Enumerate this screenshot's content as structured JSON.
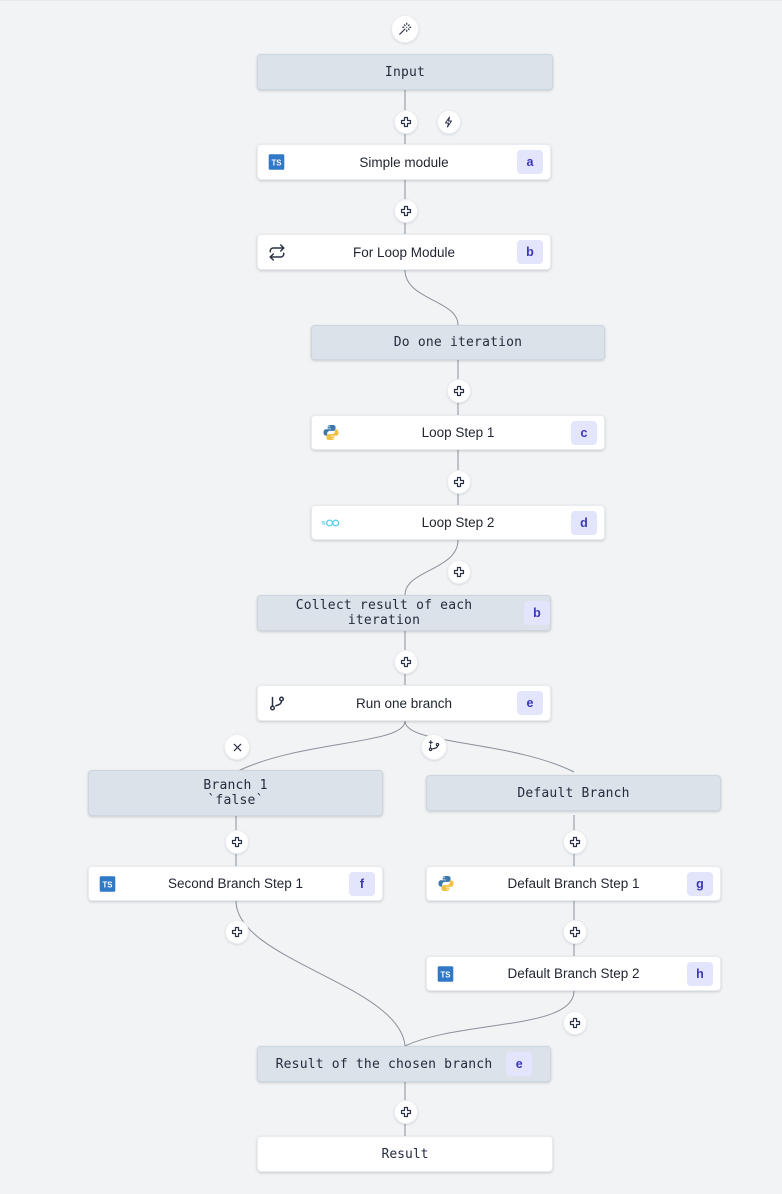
{
  "graph": {
    "title": "workflow-flow-graph",
    "colors": {
      "canvas_bg": "#f1f3f5",
      "virtual_node_bg": "#dbe2e9",
      "step_node_bg": "#ffffff",
      "badge_bg": "#e2e5fb",
      "badge_text": "#3b37b8",
      "edge": "#8b909a",
      "typescript": "#3178c6",
      "python_blue": "#3c78a9",
      "python_yellow": "#f0c143",
      "go": "#5fd2ea"
    },
    "nodes": [
      {
        "id": "trigger",
        "kind": "icon-button",
        "icon": "magic-wand-icon",
        "label": ""
      },
      {
        "id": "input",
        "kind": "virtual",
        "label": "Input"
      },
      {
        "id": "simple-module",
        "kind": "step",
        "label": "Simple module",
        "lang": "typescript",
        "badge": "a"
      },
      {
        "id": "for-loop",
        "kind": "step",
        "label": "For Loop Module",
        "lang": "loop",
        "badge": "b"
      },
      {
        "id": "do-one-iteration",
        "kind": "virtual",
        "label": "Do one iteration"
      },
      {
        "id": "loop-step-1",
        "kind": "step",
        "label": "Loop Step 1",
        "lang": "python",
        "badge": "c"
      },
      {
        "id": "loop-step-2",
        "kind": "step",
        "label": "Loop Step 2",
        "lang": "go",
        "badge": "d"
      },
      {
        "id": "collect-result",
        "kind": "virtual",
        "label": "Collect result of each iteration",
        "badge": "b"
      },
      {
        "id": "run-one-branch",
        "kind": "step",
        "label": "Run one branch",
        "lang": "branch",
        "badge": "e"
      },
      {
        "id": "branch-1",
        "kind": "virtual",
        "label": "Branch 1\n`false`"
      },
      {
        "id": "default-branch",
        "kind": "virtual",
        "label": "Default Branch"
      },
      {
        "id": "second-branch-step-1",
        "kind": "step",
        "label": "Second Branch Step 1",
        "lang": "typescript",
        "badge": "f"
      },
      {
        "id": "default-branch-step-1",
        "kind": "step",
        "label": "Default Branch Step 1",
        "lang": "python",
        "badge": "g"
      },
      {
        "id": "default-branch-step-2",
        "kind": "step",
        "label": "Default Branch Step 2",
        "lang": "typescript",
        "badge": "h"
      },
      {
        "id": "chosen-branch-result",
        "kind": "virtual",
        "label": "Result of the chosen branch",
        "badge": "e"
      },
      {
        "id": "result",
        "kind": "plain",
        "label": "Result"
      }
    ],
    "buttons": [
      {
        "id": "add-after-input",
        "icon": "plus-icon"
      },
      {
        "id": "trigger-after-input",
        "icon": "lightning-icon"
      },
      {
        "id": "add-after-simple-module",
        "icon": "plus-icon"
      },
      {
        "id": "add-after-do-one-iteration",
        "icon": "plus-icon"
      },
      {
        "id": "add-after-loop-step-1",
        "icon": "plus-icon"
      },
      {
        "id": "add-after-loop-step-2",
        "icon": "plus-icon"
      },
      {
        "id": "add-after-collect-result",
        "icon": "plus-icon"
      },
      {
        "id": "remove-branch-1",
        "icon": "close-icon"
      },
      {
        "id": "add-branch",
        "icon": "branch-plus-icon"
      },
      {
        "id": "add-after-branch-1",
        "icon": "plus-icon"
      },
      {
        "id": "add-after-default-branch",
        "icon": "plus-icon"
      },
      {
        "id": "add-after-second-branch-step-1",
        "icon": "plus-icon"
      },
      {
        "id": "add-after-default-branch-step-1",
        "icon": "plus-icon"
      },
      {
        "id": "add-after-default-branch-step-2",
        "icon": "plus-icon"
      },
      {
        "id": "add-after-chosen-branch-result",
        "icon": "plus-icon"
      }
    ]
  }
}
